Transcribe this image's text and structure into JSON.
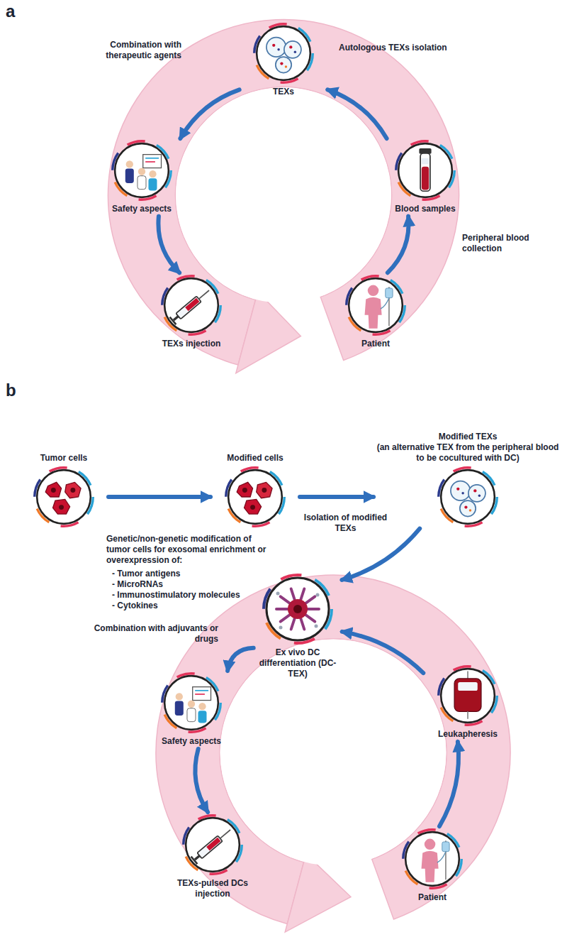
{
  "diagram": {
    "nodes": [
      {
        "text": [
          "TEXs"
        ]
      },
      {
        "text": [
          "Blood samples"
        ]
      },
      {
        "text": [
          "Patient"
        ]
      },
      {
        "text": [
          "TEXs injection"
        ]
      },
      {
        "text": [
          "Safety aspects"
        ]
      },
      {
        "text": [
          "Tumor cells"
        ]
      },
      {
        "text": [
          "Modified cells"
        ]
      },
      {
        "text": [
          "Modified TEXs",
          "(an alternative TEX from the peripheral blood to be cocultured with DC)"
        ]
      },
      {
        "text": [
          "Ex vivo DC differentiation (DC-TEX)"
        ]
      },
      {
        "text": [
          "Leukapheresis"
        ]
      },
      {
        "text": [
          "Patient"
        ]
      },
      {
        "text": [
          "TEXs-pulsed DCs injection"
        ]
      },
      {
        "text": [
          "Safety aspects"
        ]
      }
    ],
    "edges": [
      {
        "from": 2,
        "to": 1,
        "arrow": "to",
        "label": "Peripheral blood collection"
      },
      {
        "from": 1,
        "to": 0,
        "arrow": "to",
        "label": "Autologous TEXs isolation"
      },
      {
        "from": 0,
        "to": 4,
        "arrow": "to",
        "label": "Combination with therapeutic agents"
      },
      {
        "from": 4,
        "to": 3,
        "arrow": "to"
      },
      {
        "from": 5,
        "to": 6,
        "arrow": "to",
        "label": "Genetic/non-genetic modification of tumor cells for exosomal enrichment or overexpression of:"
      },
      {
        "from": 6,
        "to": 7,
        "arrow": "to",
        "label": "Isolation of modified TEXs"
      },
      {
        "from": 7,
        "to": 8,
        "arrow": "to"
      },
      {
        "from": 10,
        "to": 9,
        "arrow": "to"
      },
      {
        "from": 9,
        "to": 8,
        "arrow": "to"
      },
      {
        "from": 8,
        "to": 12,
        "arrow": "to",
        "label": "Combination with adjuvants or drugs"
      },
      {
        "from": 12,
        "to": 11,
        "arrow": "to"
      }
    ],
    "labels": [
      "a",
      "b",
      "- Tumor antigens",
      "- MicroRNAs",
      "- Immunostimulatory molecules",
      "- Cytokines"
    ]
  }
}
